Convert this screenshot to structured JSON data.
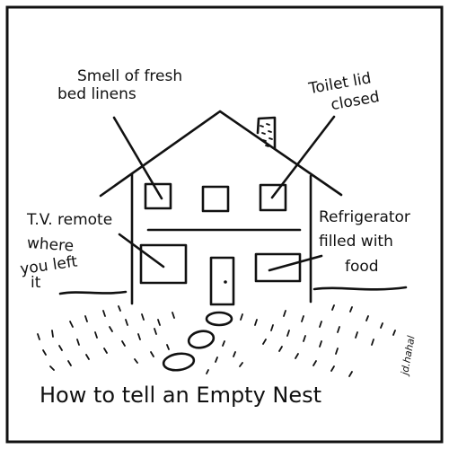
{
  "cartoon": {
    "title": "How to tell an Empty Nest",
    "signature": "jd.hahal",
    "labels": {
      "linens_line1": "Smell of fresh",
      "linens_line2": "bed linens",
      "toilet_line1": "Toilet lid",
      "toilet_line2": "closed",
      "remote_line1": "T.V. remote",
      "remote_line2": "where",
      "remote_line3": "you left",
      "remote_line4": "it",
      "fridge_line1": "Refrigerator",
      "fridge_line2": "filled with",
      "fridge_line3": "food"
    }
  }
}
